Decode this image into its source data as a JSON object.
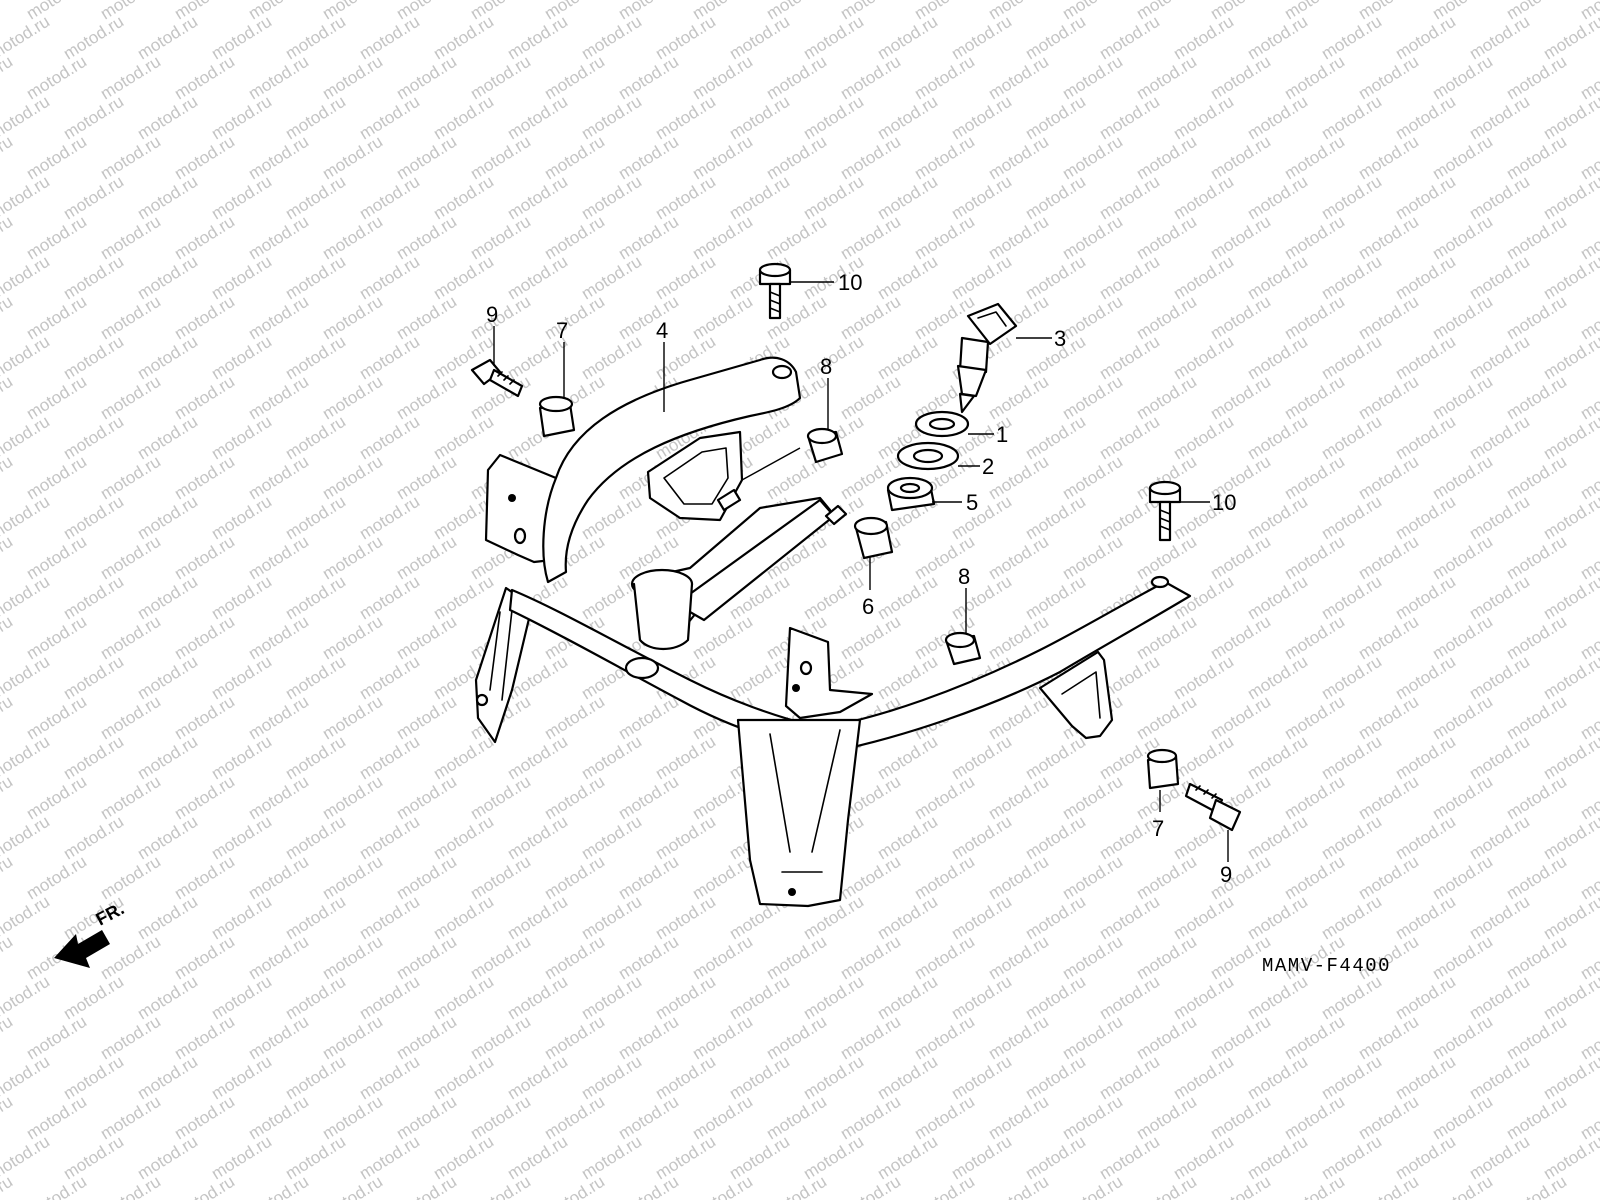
{
  "watermark": "motod.ru",
  "diagram_code": "MAMV-F4400",
  "direction_label": "FR.",
  "callouts": [
    "1",
    "2",
    "3",
    "4",
    "5",
    "6",
    "7",
    "7",
    "8",
    "8",
    "9",
    "9",
    "10",
    "10"
  ]
}
